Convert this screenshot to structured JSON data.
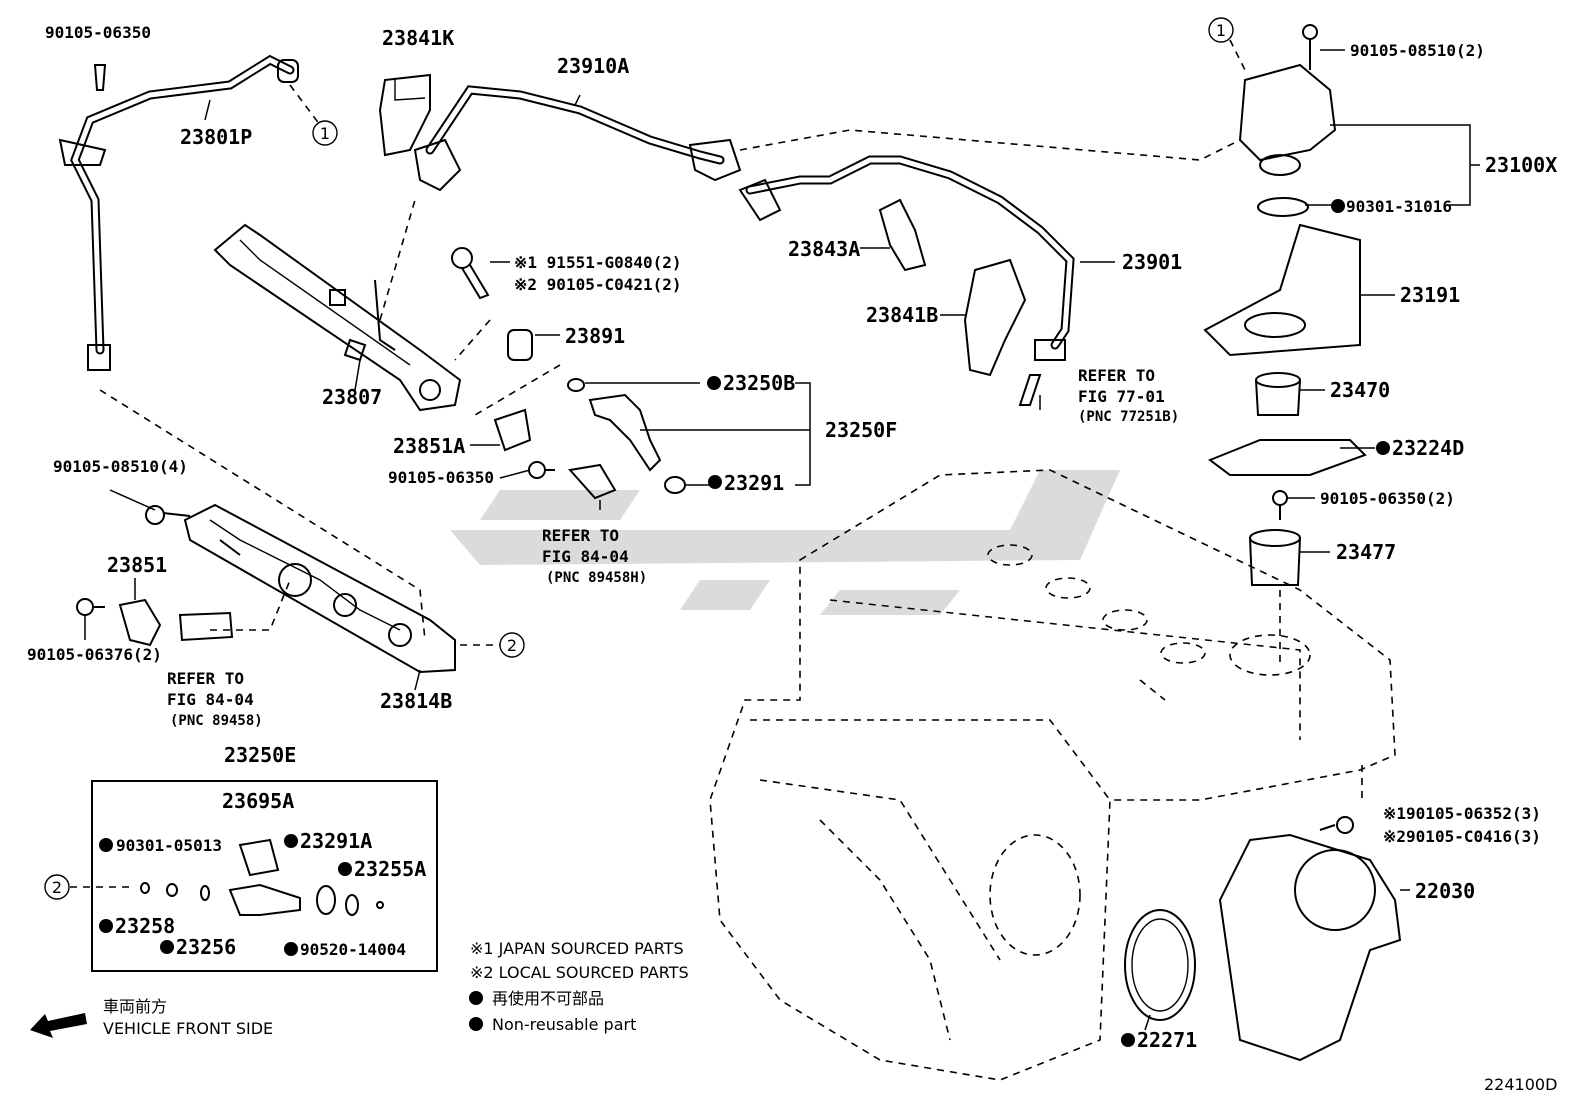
{
  "diagram_code": "224100D",
  "parts": {
    "p_90105_06350_top": "90105-06350",
    "p_23801P": "23801P",
    "p_23841K": "23841K",
    "p_23910A": "23910A",
    "p_23807": "23807",
    "p_91551": "※1 91551-G0840(2)",
    "p_90105_C0421": "※2 90105-C0421(2)",
    "p_23891": "23891",
    "p_23843A": "23843A",
    "p_23841B": "23841B",
    "p_23901": "23901",
    "p_90105_08510_2": "90105-08510(2)",
    "p_23100X": "23100X",
    "p_90301_31016": "90301-31016",
    "p_23191": "23191",
    "p_23470": "23470",
    "p_23224D": "23224D",
    "p_90105_06350_2": "90105-06350(2)",
    "p_23477": "23477",
    "p_23250B": "23250B",
    "p_23250F": "23250F",
    "p_23291": "23291",
    "p_23851A": "23851A",
    "p_90105_06350_mid": "90105-06350",
    "p_90105_08510_4": "90105-08510(4)",
    "p_23851": "23851",
    "p_90105_06376": "90105-06376(2)",
    "p_23814B": "23814B",
    "p_23250E": "23250E",
    "p_23695A": "23695A",
    "p_90301_05013": "90301-05013",
    "p_23291A": "23291A",
    "p_23255A": "23255A",
    "p_23258": "23258",
    "p_23256": "23256",
    "p_90520_14004": "90520-14004",
    "p_90105_06352": "※190105-06352(3)",
    "p_90105_C0416": "※290105-C0416(3)",
    "p_22030": "22030",
    "p_22271": "22271"
  },
  "refs": {
    "fig77_l1": "REFER TO",
    "fig77_l2": "FIG 77-01",
    "fig77_l3": "(PNC 77251B)",
    "fig84a_l1": "REFER TO",
    "fig84a_l2": "FIG 84-04",
    "fig84a_l3": "(PNC 89458H)",
    "fig84b_l1": "REFER TO",
    "fig84b_l2": "FIG 84-04",
    "fig84b_l3": "(PNC 89458)"
  },
  "callouts": {
    "c1": "1",
    "c2": "2"
  },
  "legend": {
    "japan": "※1 JAPAN SOURCED PARTS",
    "local": "※2 LOCAL SOURCED PARTS",
    "nonreusable_jp": "再使用不可部品",
    "nonreusable_en": "Non-reusable part"
  },
  "direction": {
    "jp": "車両前方",
    "en": "VEHICLE FRONT SIDE"
  }
}
